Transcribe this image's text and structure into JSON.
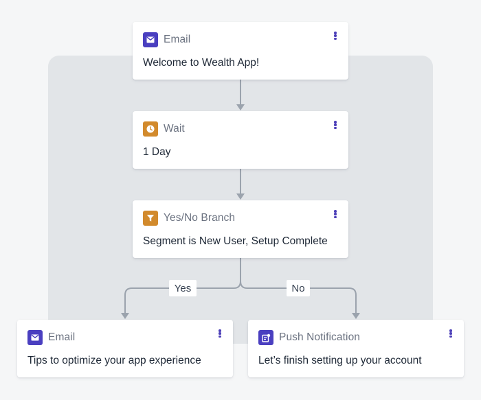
{
  "colors": {
    "email": "#4a3fc0",
    "wait": "#d28a2c",
    "branch": "#d28a2c",
    "push": "#4a3fc0",
    "connector": "#9ba3ad",
    "panel": "#e2e5e8"
  },
  "nodes": [
    {
      "type": "Email",
      "icon": "envelope-icon",
      "text": "Welcome to Wealth App!"
    },
    {
      "type": "Wait",
      "icon": "clock-icon",
      "text": "1 Day"
    },
    {
      "type": "Yes/No Branch",
      "icon": "filter-icon",
      "text": "Segment is New User, Setup Complete"
    },
    {
      "type": "Email",
      "icon": "envelope-icon",
      "text": "Tips to optimize your app experience"
    },
    {
      "type": "Push Notification",
      "icon": "push-notification-icon",
      "text": "Let’s finish setting up your account"
    }
  ],
  "branches": {
    "yes": "Yes",
    "no": "No"
  }
}
